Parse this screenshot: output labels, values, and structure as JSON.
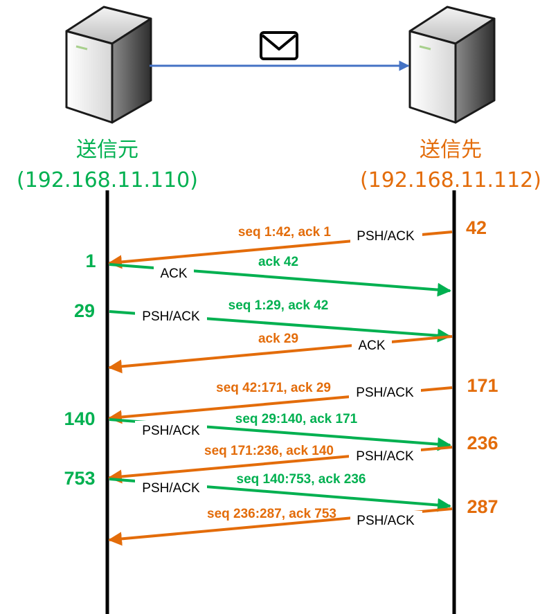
{
  "colors": {
    "sender": "#00b050",
    "receiver": "#e36c0a",
    "timeline": "#000000",
    "link": "#4472c4"
  },
  "icons": {
    "server": "server-icon",
    "message": "envelope-icon"
  },
  "sender": {
    "title": "送信元",
    "ip": "(192.168.11.110)"
  },
  "receiver": {
    "title": "送信先",
    "ip": "(192.168.11.112)"
  },
  "messages": [
    {
      "flag": "PSH/ACK",
      "seq": "seq 1:42, ack 1"
    },
    {
      "flag": "ACK",
      "seq": "ack 42"
    },
    {
      "flag": "PSH/ACK",
      "seq": "seq 1:29, ack 42"
    },
    {
      "flag": "ACK",
      "seq": "ack 29"
    },
    {
      "flag": "PSH/ACK",
      "seq": "seq 42:171, ack 29"
    },
    {
      "flag": "PSH/ACK",
      "seq": "seq 29:140, ack 171"
    },
    {
      "flag": "PSH/ACK",
      "seq": "seq 171:236, ack 140"
    },
    {
      "flag": "PSH/ACK",
      "seq": "seq 140:753, ack 236"
    },
    {
      "flag": "PSH/ACK",
      "seq": "seq 236:287, ack 753"
    }
  ],
  "sender_numbers": [
    "1",
    "29",
    "140",
    "753"
  ],
  "receiver_numbers": [
    "42",
    "171",
    "236",
    "287"
  ]
}
